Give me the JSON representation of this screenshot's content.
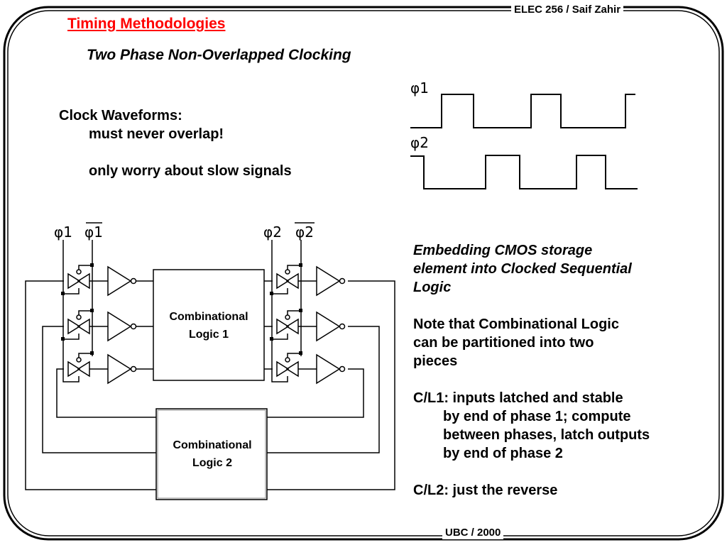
{
  "header": {
    "course": "ELEC 256 / Saif Zahir"
  },
  "footer": {
    "source": "UBC / 2000"
  },
  "title": "Timing Methodologies",
  "subtitle": "Two Phase Non-Overlapped Clocking",
  "clock_notes": {
    "heading": "Clock Waveforms:",
    "line1": "must never overlap!",
    "line2": "only worry about slow signals"
  },
  "waveforms": {
    "phi1_label": "φ1",
    "phi2_label": "φ2"
  },
  "circuit": {
    "clock_labels": [
      "φ1",
      "φ1",
      "φ2",
      "φ2"
    ],
    "block1": [
      "Combinational",
      "Logic 1"
    ],
    "block2": [
      "Combinational",
      "Logic 2"
    ]
  },
  "notes": {
    "embed": [
      "Embedding CMOS storage",
      "element into Clocked Sequential",
      "Logic"
    ],
    "partition": [
      "Note that Combinational Logic",
      "can be partitioned into two",
      "pieces"
    ],
    "cl1": [
      "C/L1: inputs latched and stable",
      "by end of phase 1;  compute",
      "between phases, latch outputs",
      "by end of phase 2"
    ],
    "cl2": "C/L2: just the reverse"
  }
}
